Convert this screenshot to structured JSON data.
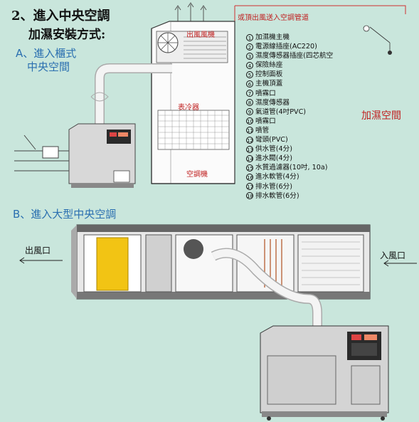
{
  "title": {
    "line1": "2、進入中央空調",
    "line2": "加濕安裝方式:"
  },
  "section_a": {
    "line1": "A、進入櫃式",
    "line2": "中央空間"
  },
  "section_b": {
    "label": "B、進入大型中央空調"
  },
  "top_note": "或頂出風送入空調管道",
  "side_label": "加濕空間",
  "unit_labels": {
    "outlet_fan": "出風風機",
    "cooler": "表冷器",
    "ac_unit": "空調機"
  },
  "duct_labels": {
    "outlet": "出風口",
    "inlet": "入風口"
  },
  "legend": [
    {
      "num": "1",
      "text": "加濕機主機"
    },
    {
      "num": "2",
      "text": "電源線插座(AC220)"
    },
    {
      "num": "3",
      "text": "濕度傳感器插座(四芯航空"
    },
    {
      "num": "4",
      "text": "保險絲座"
    },
    {
      "num": "5",
      "text": "控制面板"
    },
    {
      "num": "6",
      "text": "主機頂蓋"
    },
    {
      "num": "7",
      "text": "噴霧口"
    },
    {
      "num": "8",
      "text": "濕度傳感器"
    },
    {
      "num": "9",
      "text": "氣道管(4吋PVC)"
    },
    {
      "num": "10",
      "text": "噴霧口"
    },
    {
      "num": "11",
      "text": "噴管"
    },
    {
      "num": "12",
      "text": "彎頭(PVC)"
    },
    {
      "num": "13",
      "text": "供水管(4分)"
    },
    {
      "num": "14",
      "text": "進水閥(4分)"
    },
    {
      "num": "15",
      "text": "水質過濾器(10吋, 10a)"
    },
    {
      "num": "16",
      "text": "進水軟管(4分)"
    },
    {
      "num": "17",
      "text": "排水管(6分)"
    },
    {
      "num": "18",
      "text": "排水軟管(6分)"
    }
  ],
  "colors": {
    "background": "#c9e6dc",
    "accent_blue": "#2a6fb0",
    "accent_red": "#c02020",
    "duct_white": "#f4f4f4",
    "cabinet_gray": "#d8d8d8"
  }
}
